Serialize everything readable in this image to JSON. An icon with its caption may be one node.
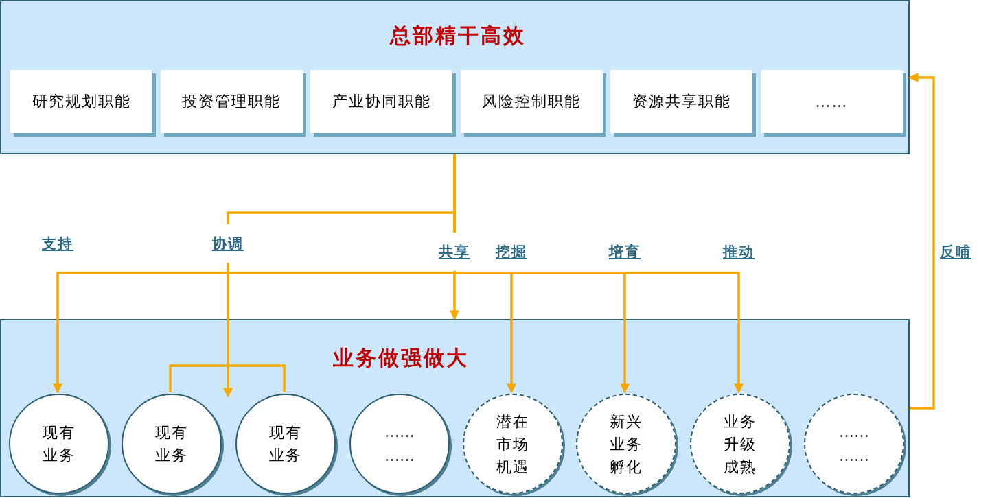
{
  "diagram": {
    "nodes": [
      {
        "text": [
          "总部精干高效"
        ]
      },
      {
        "text": [
          "研究规划职能"
        ],
        "in": 0
      },
      {
        "text": [
          "投资管理职能"
        ],
        "in": 0
      },
      {
        "text": [
          "产业协同职能"
        ],
        "in": 0
      },
      {
        "text": [
          "风险控制职能"
        ],
        "in": 0
      },
      {
        "text": [
          "资源共享职能"
        ],
        "in": 0
      },
      {
        "text": [
          "……"
        ],
        "in": 0
      },
      {
        "text": [
          "业务做强做大"
        ]
      },
      {
        "text": [
          "现有业务"
        ],
        "in": 7
      },
      {
        "text": [
          "现有业务"
        ],
        "in": 7
      },
      {
        "text": [
          "现有业务"
        ],
        "in": 7
      },
      {
        "text": [
          "……",
          "……"
        ],
        "in": 7
      },
      {
        "text": [
          "潜在市场机遇"
        ],
        "in": 7
      },
      {
        "text": [
          "新兴业务孵化"
        ],
        "in": 7
      },
      {
        "text": [
          "业务升级成熟"
        ],
        "in": 7
      },
      {
        "text": [
          "……",
          "……"
        ],
        "in": 7
      }
    ],
    "edges": [
      {
        "from": 0,
        "to": 7,
        "arrow": "to",
        "label": "共享"
      },
      {
        "from": 0,
        "to": 9,
        "arrow": "to",
        "label": "协调"
      },
      {
        "from": 0,
        "to": 8,
        "arrow": "to",
        "label": "支持"
      },
      {
        "from": 0,
        "to": 12,
        "arrow": "to",
        "label": "挖掘"
      },
      {
        "from": 0,
        "to": 13,
        "arrow": "to",
        "label": "培育"
      },
      {
        "from": 0,
        "to": 14,
        "arrow": "to",
        "label": "推动"
      },
      {
        "from": 9,
        "to": 10,
        "arrow": "none"
      },
      {
        "from": 7,
        "to": 0,
        "arrow": "to",
        "label": "反哺"
      }
    ]
  }
}
